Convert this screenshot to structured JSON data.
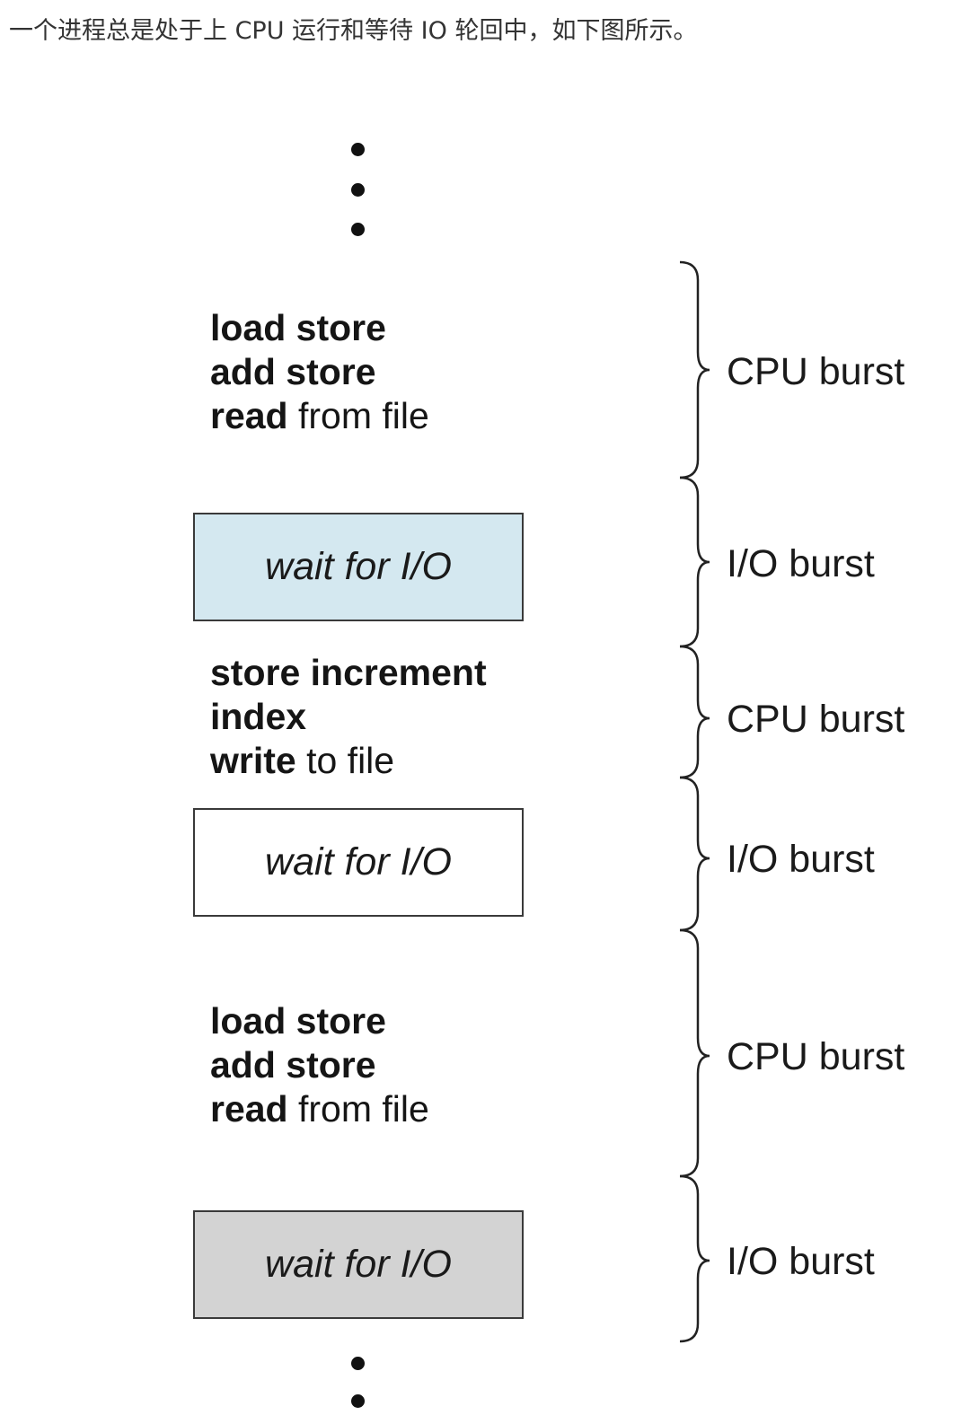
{
  "caption": "一个进程总是处于上 CPU 运行和等待 IO 轮回中，如下图所示。",
  "segments": [
    {
      "kind": "cpu",
      "lines": [
        {
          "bold": "load store",
          "rest": ""
        },
        {
          "bold": "add store",
          "rest": ""
        },
        {
          "bold": "read",
          "rest": " from file"
        }
      ],
      "label": "CPU burst"
    },
    {
      "kind": "io",
      "box_text": "wait for I/O",
      "box_color": "#d4e8f0",
      "label": "I/O burst"
    },
    {
      "kind": "cpu",
      "lines": [
        {
          "bold": "store increment",
          "rest": ""
        },
        {
          "bold": "index",
          "rest": ""
        },
        {
          "bold": "write",
          "rest": " to file"
        }
      ],
      "label": "CPU burst"
    },
    {
      "kind": "io",
      "box_text": "wait for I/O",
      "box_color": "#ffffff",
      "label": "I/O burst"
    },
    {
      "kind": "cpu",
      "lines": [
        {
          "bold": "load store",
          "rest": ""
        },
        {
          "bold": "add store",
          "rest": ""
        },
        {
          "bold": "read",
          "rest": " from file"
        }
      ],
      "label": "CPU burst"
    },
    {
      "kind": "io",
      "box_text": "wait for I/O",
      "box_color": "#d3d3d3",
      "label": "I/O burst"
    }
  ]
}
